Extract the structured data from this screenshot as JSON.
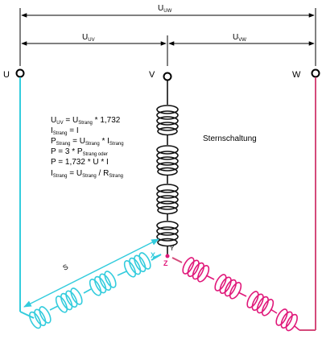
{
  "title": "Sternschaltung",
  "terminals": {
    "u": "U",
    "v": "V",
    "w": "W"
  },
  "markers": {
    "x": "X",
    "y": "Y",
    "z": "Z"
  },
  "dimensions": {
    "uuv_top": {
      "main": "U",
      "sub": "UW"
    },
    "uuv": {
      "main": "U",
      "sub": "UV"
    },
    "uvw": {
      "main": "U",
      "sub": "VW"
    },
    "strang_partial": "S"
  },
  "formulas": {
    "f1": {
      "a": "U",
      "a_sub": "UV",
      "b": " = U",
      "b_sub": "Strang",
      "c": " * 1,732"
    },
    "f2": {
      "a": "I",
      "a_sub": "Strang",
      "b": " = I"
    },
    "f3": {
      "a": "P",
      "a_sub": "Strang",
      "b": " = U",
      "b_sub": "Strang",
      "c": " * I",
      "c_sub": "Strang"
    },
    "f4": {
      "a": "P = 3 * P",
      "a_sub": "Strang oder"
    },
    "f5": {
      "a": "P = 1,732 * U * I"
    },
    "f6": {
      "a": "I",
      "a_sub": "Strang",
      "b": " = U",
      "b_sub": "Strang",
      "c": " / R",
      "c_sub": "Strang"
    }
  },
  "colors": {
    "phase_u": "#33ccdd",
    "phase_v": "#111111",
    "phase_w": "#e0187a",
    "wire_w": "#d44a7a",
    "lines": "#000000"
  }
}
